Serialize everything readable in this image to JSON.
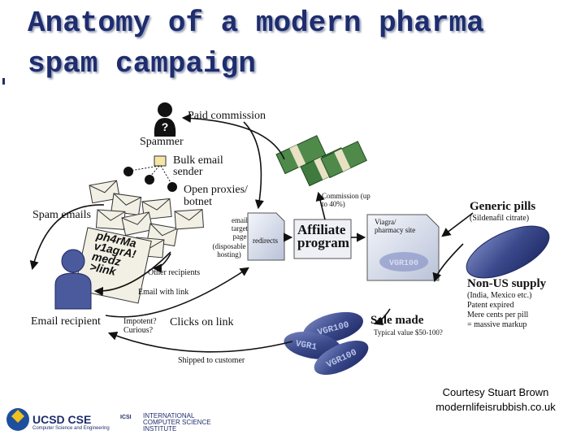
{
  "slide": {
    "title_line1": "Anatomy of a modern pharma",
    "title_line2": "spam campaign"
  },
  "diagram": {
    "paid_commission": "Paid commission",
    "spammer": "Spammer",
    "question_mark": "?",
    "bulk_email_sender": "Bulk email sender",
    "open_proxies": "Open proxies/ botnet",
    "spam_emails": "Spam emails",
    "spam_text": [
      "ph4rMa",
      "v1agrA!",
      "medz",
      ">link"
    ],
    "other_recipients": "Other recipients",
    "email_with_link": "Email with link",
    "email_recipient": "Email recipient",
    "impotent": "Impotent? Curious?",
    "clicks_on_link": "Clicks on link",
    "shipped_to_customer": "Shipped to customer",
    "email_target_page": "email target page",
    "disposable_hosting": "(disposable hosting)",
    "redirects": "redirects",
    "affiliate_program": "Affiliate program",
    "commission": "Commission (up to 40%)",
    "viagra_site": "Viagra/ pharmacy site",
    "generic_pills": "Generic pills",
    "sildenafil": "(Sildenafil citrate)",
    "non_us_supply": "Non-US supply",
    "non_us_details": [
      "(India, Mexico etc.)",
      "Patent expired",
      "Mere cents per pill",
      "= massive markup"
    ],
    "sale_made": "Sale made",
    "typical_value": "Typical value $50-100?",
    "pill_text": "VGR100",
    "pill_text_short": "VGR1"
  },
  "credits": {
    "line1": "Courtesy Stuart Brown",
    "line2": "modernlifeisrubbish.co.uk"
  },
  "logos": {
    "ucsd": "UCSD CSE",
    "ucsd_sub": "Computer Science and Engineering",
    "icsi_lines": [
      "INTERNATIONAL",
      "COMPUTER SCIENCE",
      "INSTITUTE"
    ],
    "icsi_abbr": "ICSI"
  },
  "colors": {
    "title": "#1e2d6e",
    "pill": "#3b4a8c",
    "envelope": "#f2efe4",
    "money": "#3f7a3f",
    "document": "#d9deea"
  }
}
